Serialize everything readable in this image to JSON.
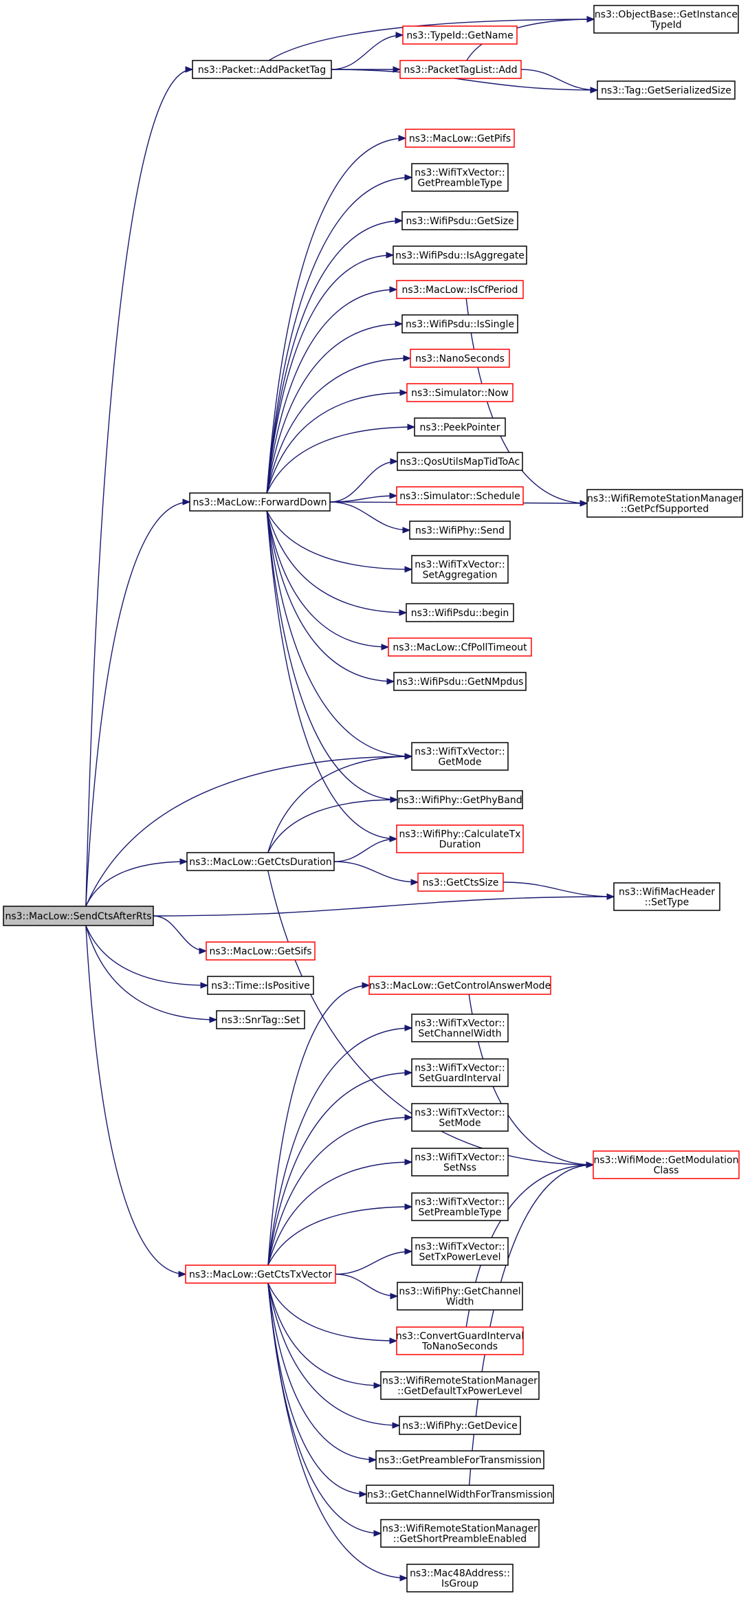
{
  "colors": {
    "edge": "#191970",
    "border_default": "#000000",
    "border_red": "#ff0000",
    "root_fill": "#bfbfbf",
    "node_fill": "#ffffff"
  },
  "nodes": [
    {
      "id": "root",
      "lines": [
        "ns3::MacLow::SendCtsAfterRts"
      ],
      "style": "root"
    },
    {
      "id": "addpackettag",
      "lines": [
        "ns3::Packet::AddPacketTag"
      ],
      "style": "black"
    },
    {
      "id": "forwarddown",
      "lines": [
        "ns3::MacLow::ForwardDown"
      ],
      "style": "black"
    },
    {
      "id": "getctsduration",
      "lines": [
        "ns3::MacLow::GetCtsDuration"
      ],
      "style": "black"
    },
    {
      "id": "getsifs",
      "lines": [
        "ns3::MacLow::GetSifs"
      ],
      "style": "red"
    },
    {
      "id": "ispositive",
      "lines": [
        "ns3::Time::IsPositive"
      ],
      "style": "black"
    },
    {
      "id": "snrtagset",
      "lines": [
        "ns3::SnrTag::Set"
      ],
      "style": "black"
    },
    {
      "id": "getctstxvector",
      "lines": [
        "ns3::MacLow::GetCtsTxVector"
      ],
      "style": "red"
    },
    {
      "id": "objectbase",
      "lines": [
        "ns3::ObjectBase::GetInstance",
        "TypeId"
      ],
      "style": "black"
    },
    {
      "id": "typeidgetname",
      "lines": [
        "ns3::TypeId::GetName"
      ],
      "style": "red"
    },
    {
      "id": "packettaglistadd",
      "lines": [
        "ns3::PacketTagList::Add"
      ],
      "style": "red"
    },
    {
      "id": "tagserialized",
      "lines": [
        "ns3::Tag::GetSerializedSize"
      ],
      "style": "black"
    },
    {
      "id": "getpifs",
      "lines": [
        "ns3::MacLow::GetPifs"
      ],
      "style": "red"
    },
    {
      "id": "getpreambletype",
      "lines": [
        "ns3::WifiTxVector::",
        "GetPreambleType"
      ],
      "style": "black"
    },
    {
      "id": "psdugetsize",
      "lines": [
        "ns3::WifiPsdu::GetSize"
      ],
      "style": "black"
    },
    {
      "id": "isaggregate",
      "lines": [
        "ns3::WifiPsdu::IsAggregate"
      ],
      "style": "black"
    },
    {
      "id": "iscfperiod",
      "lines": [
        "ns3::MacLow::IsCfPeriod"
      ],
      "style": "red"
    },
    {
      "id": "issingle",
      "lines": [
        "ns3::WifiPsdu::IsSingle"
      ],
      "style": "black"
    },
    {
      "id": "nanoseconds",
      "lines": [
        "ns3::NanoSeconds"
      ],
      "style": "red"
    },
    {
      "id": "simnow",
      "lines": [
        "ns3::Simulator::Now"
      ],
      "style": "red"
    },
    {
      "id": "peekpointer",
      "lines": [
        "ns3::PeekPointer"
      ],
      "style": "black"
    },
    {
      "id": "qosutils",
      "lines": [
        "ns3::QosUtilsMapTidToAc"
      ],
      "style": "black"
    },
    {
      "id": "simschedule",
      "lines": [
        "ns3::Simulator::Schedule"
      ],
      "style": "red"
    },
    {
      "id": "physend",
      "lines": [
        "ns3::WifiPhy::Send"
      ],
      "style": "black"
    },
    {
      "id": "setaggregation",
      "lines": [
        "ns3::WifiTxVector::",
        "SetAggregation"
      ],
      "style": "black"
    },
    {
      "id": "psdubegin",
      "lines": [
        "ns3::WifiPsdu::begin"
      ],
      "style": "black"
    },
    {
      "id": "cfpolltimeout",
      "lines": [
        "ns3::MacLow::CfPollTimeout"
      ],
      "style": "red"
    },
    {
      "id": "getnmpdus",
      "lines": [
        "ns3::WifiPsdu::GetNMpdus"
      ],
      "style": "black"
    },
    {
      "id": "getpcfsupported",
      "lines": [
        "ns3::WifiRemoteStationManager",
        "::GetPcfSupported"
      ],
      "style": "black"
    },
    {
      "id": "getmode",
      "lines": [
        "ns3::WifiTxVector::",
        "GetMode"
      ],
      "style": "black"
    },
    {
      "id": "getphyband",
      "lines": [
        "ns3::WifiPhy::GetPhyBand"
      ],
      "style": "black"
    },
    {
      "id": "calculatetx",
      "lines": [
        "ns3::WifiPhy::CalculateTx",
        "Duration"
      ],
      "style": "red"
    },
    {
      "id": "getctssize",
      "lines": [
        "ns3::GetCtsSize"
      ],
      "style": "red"
    },
    {
      "id": "settype",
      "lines": [
        "ns3::WifiMacHeader",
        "::SetType"
      ],
      "style": "black"
    },
    {
      "id": "getcontrolanswermode",
      "lines": [
        "ns3::MacLow::GetControlAnswerMode"
      ],
      "style": "red"
    },
    {
      "id": "setchannelwidth",
      "lines": [
        "ns3::WifiTxVector::",
        "SetChannelWidth"
      ],
      "style": "black"
    },
    {
      "id": "setguardinterval",
      "lines": [
        "ns3::WifiTxVector::",
        "SetGuardInterval"
      ],
      "style": "black"
    },
    {
      "id": "setmode",
      "lines": [
        "ns3::WifiTxVector::",
        "SetMode"
      ],
      "style": "black"
    },
    {
      "id": "setnss",
      "lines": [
        "ns3::WifiTxVector::",
        "SetNss"
      ],
      "style": "black"
    },
    {
      "id": "setpreambletype",
      "lines": [
        "ns3::WifiTxVector::",
        "SetPreambleType"
      ],
      "style": "black"
    },
    {
      "id": "settxpowerlevel",
      "lines": [
        "ns3::WifiTxVector::",
        "SetTxPowerLevel"
      ],
      "style": "black"
    },
    {
      "id": "getchannelwidth",
      "lines": [
        "ns3::WifiPhy::GetChannel",
        "Width"
      ],
      "style": "black"
    },
    {
      "id": "convertguard",
      "lines": [
        "ns3::ConvertGuardInterval",
        "ToNanoSeconds"
      ],
      "style": "red"
    },
    {
      "id": "getdefaulttxpower",
      "lines": [
        "ns3::WifiRemoteStationManager",
        "::GetDefaultTxPowerLevel"
      ],
      "style": "black"
    },
    {
      "id": "getdevice",
      "lines": [
        "ns3::WifiPhy::GetDevice"
      ],
      "style": "black"
    },
    {
      "id": "getpreamblefortx",
      "lines": [
        "ns3::GetPreambleForTransmission"
      ],
      "style": "black"
    },
    {
      "id": "getchannelwidthfortx",
      "lines": [
        "ns3::GetChannelWidthForTransmission"
      ],
      "style": "black"
    },
    {
      "id": "getshortpreamble",
      "lines": [
        "ns3::WifiRemoteStationManager",
        "::GetShortPreambleEnabled"
      ],
      "style": "black"
    },
    {
      "id": "isgroup",
      "lines": [
        "ns3::Mac48Address::",
        "IsGroup"
      ],
      "style": "black"
    },
    {
      "id": "getmodulationclass",
      "lines": [
        "ns3::WifiMode::GetModulation",
        "Class"
      ],
      "style": "red"
    }
  ],
  "edges": [
    [
      "root",
      "addpackettag"
    ],
    [
      "root",
      "forwarddown"
    ],
    [
      "root",
      "getctsduration"
    ],
    [
      "root",
      "getsifs"
    ],
    [
      "root",
      "ispositive"
    ],
    [
      "root",
      "snrtagset"
    ],
    [
      "root",
      "getctstxvector"
    ],
    [
      "root",
      "getmode"
    ],
    [
      "root",
      "settype"
    ],
    [
      "addpackettag",
      "objectbase"
    ],
    [
      "addpackettag",
      "typeidgetname"
    ],
    [
      "addpackettag",
      "packettaglistadd"
    ],
    [
      "addpackettag",
      "tagserialized"
    ],
    [
      "packettaglistadd",
      "objectbase"
    ],
    [
      "packettaglistadd",
      "tagserialized"
    ],
    [
      "forwarddown",
      "getpifs"
    ],
    [
      "forwarddown",
      "getpreambletype"
    ],
    [
      "forwarddown",
      "psdugetsize"
    ],
    [
      "forwarddown",
      "isaggregate"
    ],
    [
      "forwarddown",
      "iscfperiod"
    ],
    [
      "forwarddown",
      "issingle"
    ],
    [
      "forwarddown",
      "nanoseconds"
    ],
    [
      "forwarddown",
      "simnow"
    ],
    [
      "forwarddown",
      "peekpointer"
    ],
    [
      "forwarddown",
      "qosutils"
    ],
    [
      "forwarddown",
      "simschedule"
    ],
    [
      "forwarddown",
      "physend"
    ],
    [
      "forwarddown",
      "setaggregation"
    ],
    [
      "forwarddown",
      "psdubegin"
    ],
    [
      "forwarddown",
      "cfpolltimeout"
    ],
    [
      "forwarddown",
      "getnmpdus"
    ],
    [
      "forwarddown",
      "getpcfsupported"
    ],
    [
      "forwarddown",
      "getmode"
    ],
    [
      "forwarddown",
      "getphyband"
    ],
    [
      "forwarddown",
      "calculatetx"
    ],
    [
      "iscfperiod",
      "getpcfsupported"
    ],
    [
      "getctsduration",
      "getmode"
    ],
    [
      "getctsduration",
      "getphyband"
    ],
    [
      "getctsduration",
      "calculatetx"
    ],
    [
      "getctsduration",
      "getctssize"
    ],
    [
      "getctsduration",
      "getmodulationclass"
    ],
    [
      "getctssize",
      "settype"
    ],
    [
      "getctstxvector",
      "getcontrolanswermode"
    ],
    [
      "getctstxvector",
      "setchannelwidth"
    ],
    [
      "getctstxvector",
      "setguardinterval"
    ],
    [
      "getctstxvector",
      "setmode"
    ],
    [
      "getctstxvector",
      "setnss"
    ],
    [
      "getctstxvector",
      "setpreambletype"
    ],
    [
      "getctstxvector",
      "settxpowerlevel"
    ],
    [
      "getctstxvector",
      "getchannelwidth"
    ],
    [
      "getctstxvector",
      "convertguard"
    ],
    [
      "getctstxvector",
      "getdefaulttxpower"
    ],
    [
      "getctstxvector",
      "getdevice"
    ],
    [
      "getctstxvector",
      "getpreamblefortx"
    ],
    [
      "getctstxvector",
      "getchannelwidthfortx"
    ],
    [
      "getctstxvector",
      "getshortpreamble"
    ],
    [
      "getctstxvector",
      "isgroup"
    ],
    [
      "getcontrolanswermode",
      "getmodulationclass"
    ],
    [
      "convertguard",
      "getmodulationclass"
    ],
    [
      "getchannelwidthfortx",
      "getmodulationclass"
    ]
  ]
}
